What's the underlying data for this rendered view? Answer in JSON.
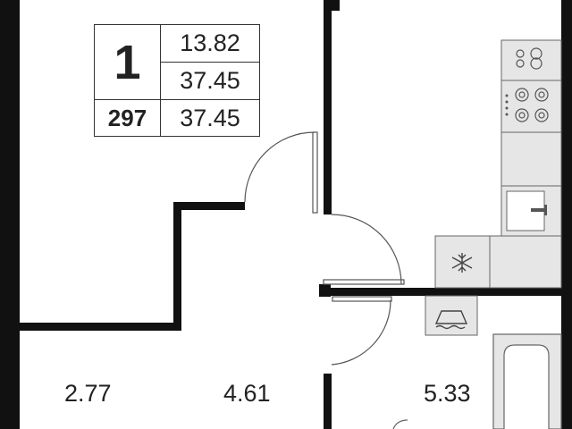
{
  "apartment": {
    "rooms": "1",
    "number": "297",
    "living_area": "13.82",
    "total_area": "37.45",
    "total_area_repeat": "37.45"
  },
  "rooms": [
    {
      "area": "2.77"
    },
    {
      "area": "4.61"
    },
    {
      "area": "5.33"
    }
  ],
  "fixtures": {
    "fridge_icon": "snowflake-icon",
    "stove_icon": "burner-icon",
    "sink_icon": "faucet-icon",
    "washer_icon": "washing-machine-icon",
    "bath_icon": "bathtub-icon"
  },
  "colors": {
    "wall": "#111111",
    "fixture_fill": "#e6e6e6",
    "line": "#555555"
  }
}
